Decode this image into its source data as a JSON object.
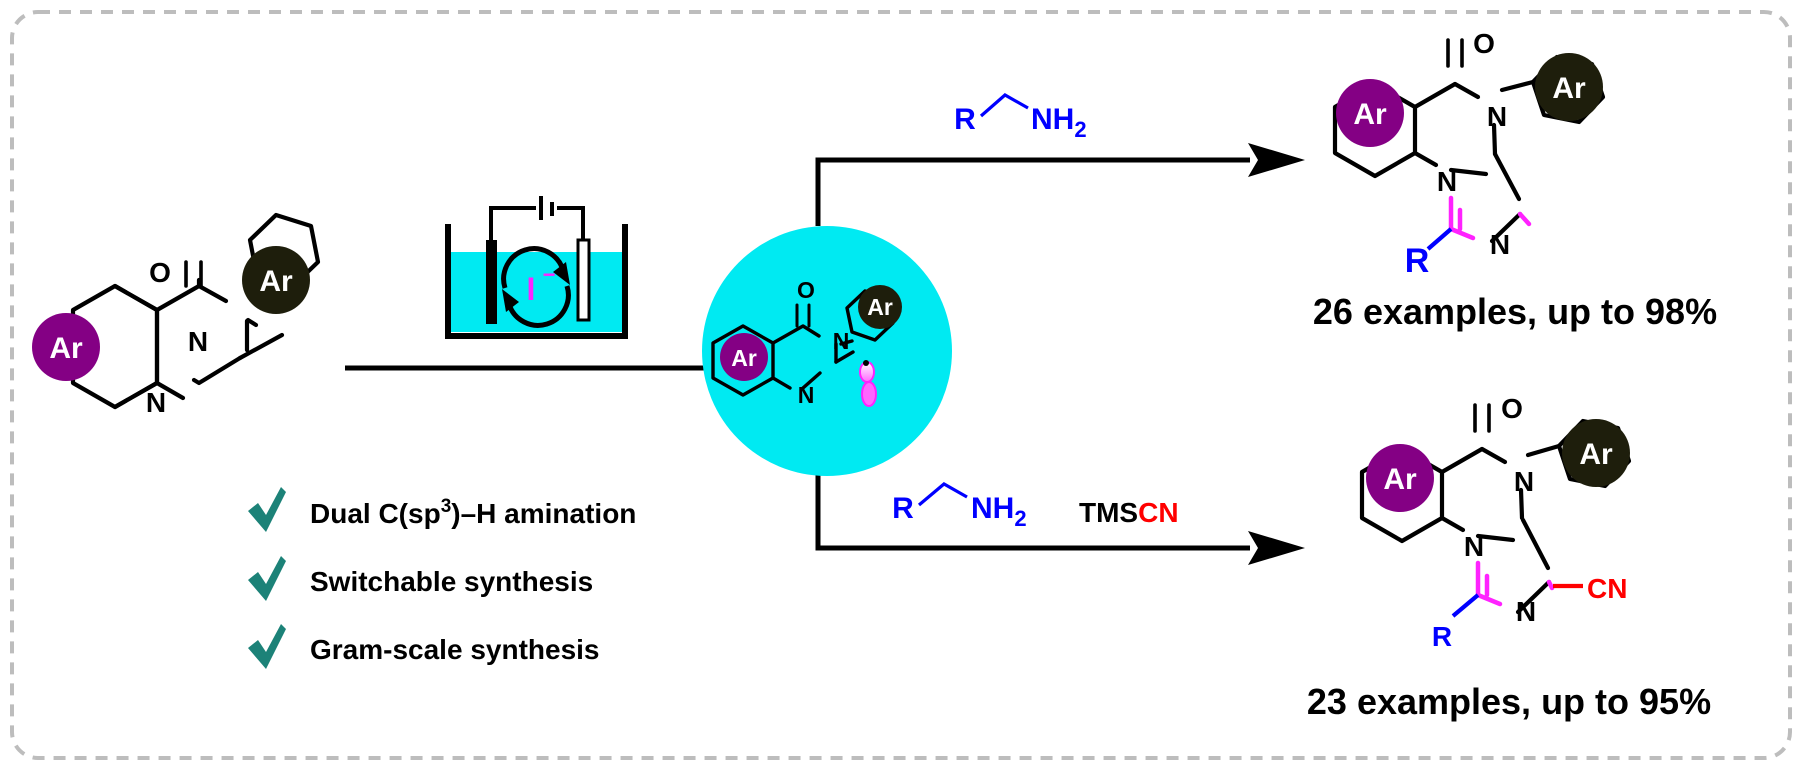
{
  "colors": {
    "bond": "#000000",
    "ar_dark": "#1e1e0c",
    "ar_purple": "#840084",
    "new_bond": "#ff22ff",
    "reagent_blue": "#0000ff",
    "cn_red": "#ff0000",
    "cyan": "#00eaf2",
    "check_teal": "#1c8278",
    "frame_dash": "#bdbdbd"
  },
  "icons": {
    "electrochemical_cell": "electrochemical-cell-icon",
    "check": "check-icon",
    "radical_orbital": "radical-p-orbital-icon"
  },
  "atoms": {
    "ar": "Ar",
    "o": "O",
    "n": "N",
    "r": "R"
  },
  "cell": {
    "mediator_symbol": "I",
    "mediator_charge": "−"
  },
  "reagents": {
    "top": {
      "r": "R",
      "nh": "NH",
      "sub": "2"
    },
    "bottom": {
      "r": "R",
      "nh": "NH",
      "sub": "2",
      "tms": "TMS",
      "cn": "CN"
    }
  },
  "products": {
    "top": {
      "yield_label": "26 examples, up to 98%"
    },
    "bottom": {
      "cn_group": "CN",
      "yield_label": "23 examples, up to 95%"
    }
  },
  "features": [
    {
      "pre": "Dual C(sp",
      "sup": "3",
      "post": ")–H amination"
    },
    {
      "pre": "Switchable synthesis",
      "sup": "",
      "post": ""
    },
    {
      "pre": "Gram-scale synthesis",
      "sup": "",
      "post": ""
    }
  ]
}
